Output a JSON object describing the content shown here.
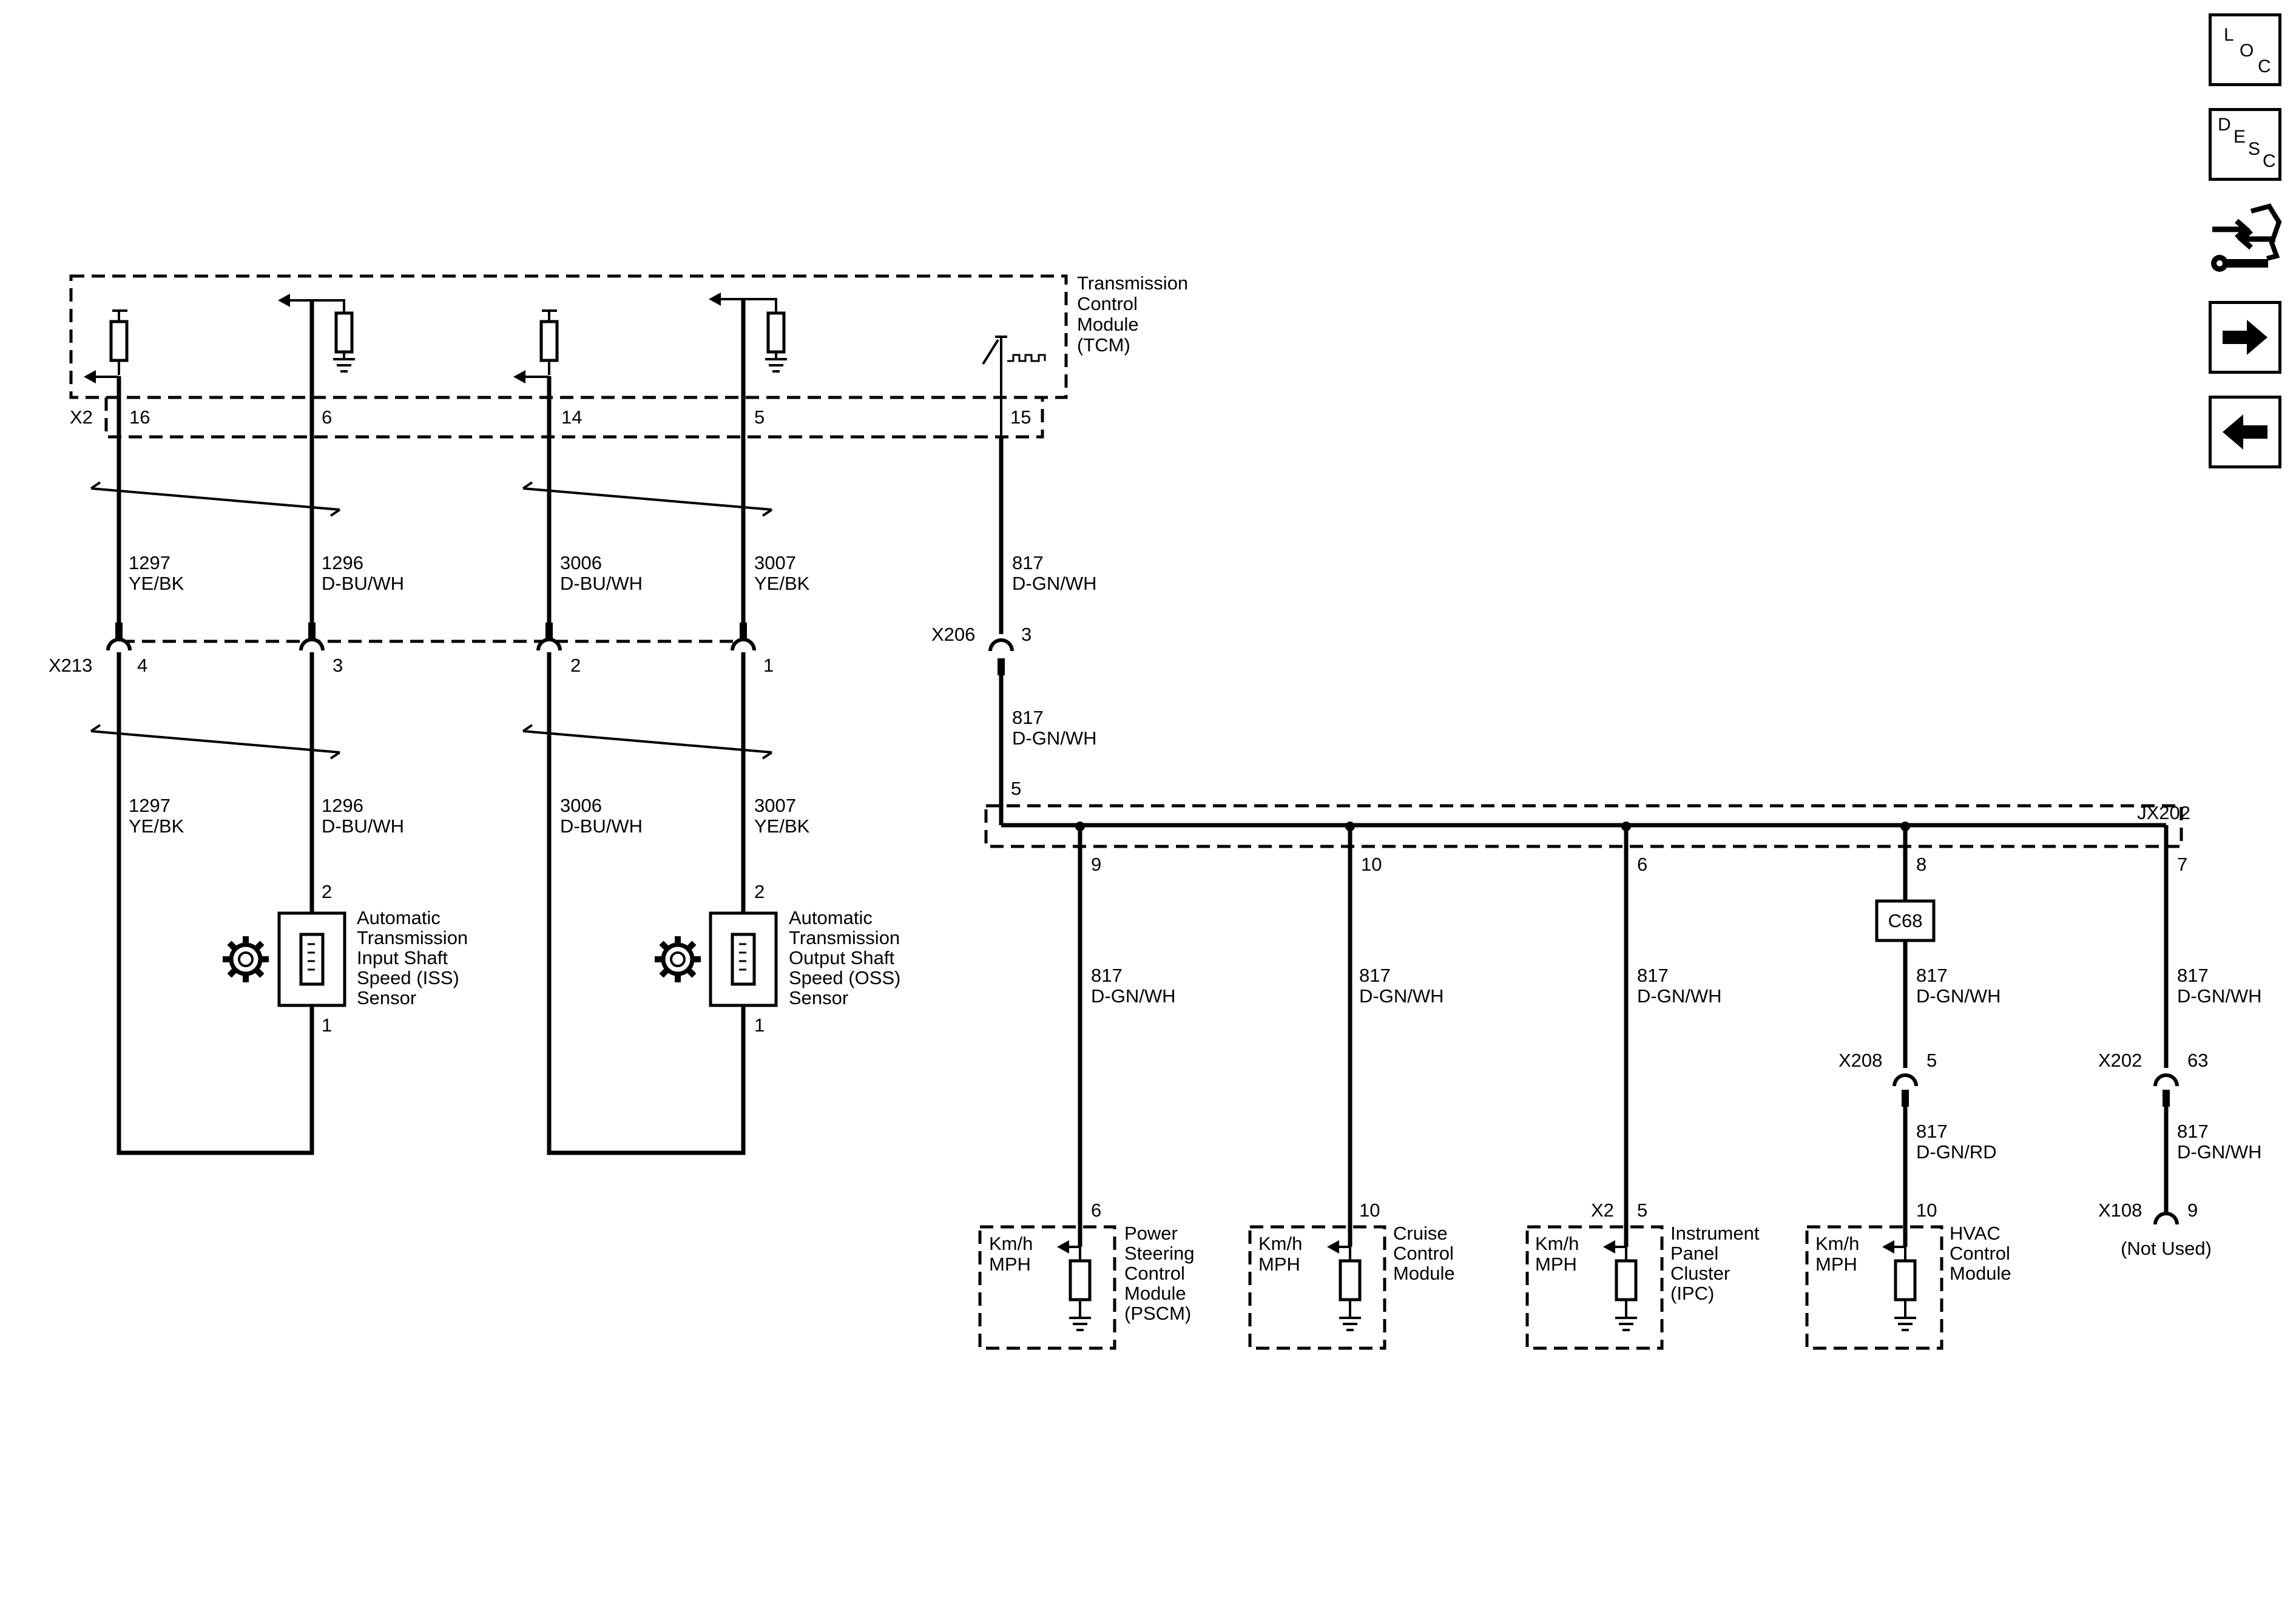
{
  "nav": {
    "loc": [
      "L",
      "O",
      "C"
    ],
    "desc": [
      "D",
      "E",
      "S",
      "C"
    ]
  },
  "tcm": {
    "name": [
      "Transmission",
      "Control",
      "Module",
      "(TCM)"
    ],
    "connector": "X2"
  },
  "tcm_pins": [
    "16",
    "6",
    "14",
    "5",
    "15"
  ],
  "circuits": {
    "c1297": {
      "num": "1297",
      "color": "YE/BK"
    },
    "c1296": {
      "num": "1296",
      "color": "D-BU/WH"
    },
    "c3006": {
      "num": "3006",
      "color": "D-BU/WH"
    },
    "c3007": {
      "num": "3007",
      "color": "YE/BK"
    },
    "c817": {
      "num": "817",
      "color": "D-GN/WH"
    },
    "c817rd": {
      "num": "817",
      "color": "D-GN/RD"
    }
  },
  "x213": {
    "name": "X213",
    "pins": [
      "4",
      "3",
      "2",
      "1"
    ]
  },
  "x206": {
    "name": "X206",
    "pin": "3"
  },
  "iss": {
    "pin_top": "2",
    "pin_bottom": "1",
    "name": [
      "Automatic",
      "Transmission",
      "Input Shaft",
      "Speed (ISS)",
      "Sensor"
    ]
  },
  "oss": {
    "pin_top": "2",
    "pin_bottom": "1",
    "name": [
      "Automatic",
      "Transmission",
      "Output Shaft",
      "Speed (OSS)",
      "Sensor"
    ]
  },
  "jx202": {
    "name": "JX202",
    "pin_in": "5",
    "pins": [
      "9",
      "10",
      "6",
      "8",
      "7"
    ]
  },
  "c68": "C68",
  "x208": {
    "name": "X208",
    "pin": "5"
  },
  "x202": {
    "name": "X202",
    "pin": "63"
  },
  "x108": {
    "name": "X108",
    "pin": "9",
    "note": "(Not Used)"
  },
  "speed_label": [
    "Km/h",
    "MPH"
  ],
  "modules": {
    "pscm": {
      "pin": "6",
      "name": [
        "Power",
        "Steering",
        "Control",
        "Module",
        "(PSCM)"
      ]
    },
    "cruise": {
      "pin": "10",
      "name": [
        "Cruise",
        "Control",
        "Module"
      ]
    },
    "ipc": {
      "connector": "X2",
      "pin": "5",
      "name": [
        "Instrument",
        "Panel",
        "Cluster",
        "(IPC)"
      ]
    },
    "hvac": {
      "pin": "10",
      "name": [
        "HVAC",
        "Control",
        "Module"
      ]
    }
  }
}
